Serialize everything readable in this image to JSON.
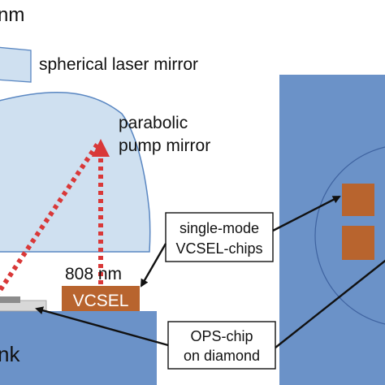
{
  "labels": {
    "top_partial": "nm",
    "laser_mirror": "spherical laser mirror",
    "pump_mirror_line1": "parabolic",
    "pump_mirror_line2": "pump mirror",
    "wavelength": "808 nm",
    "vcsel": "VCSEL",
    "heatsink_partial": "nk",
    "callout_vcsel_line1": "single-mode",
    "callout_vcsel_line2": "VCSEL-chips",
    "callout_ops_line1": "OPS-chip",
    "callout_ops_line2": "on diamond"
  },
  "colors": {
    "heatsink_blue": "#6b92c8",
    "mirror_fill": "#cfe0f0",
    "mirror_stroke": "#5a87c2",
    "vcsel_chip": "#b8642e",
    "pump_beam": "#d93838",
    "arrow": "#111111",
    "callout_border": "#111111"
  }
}
